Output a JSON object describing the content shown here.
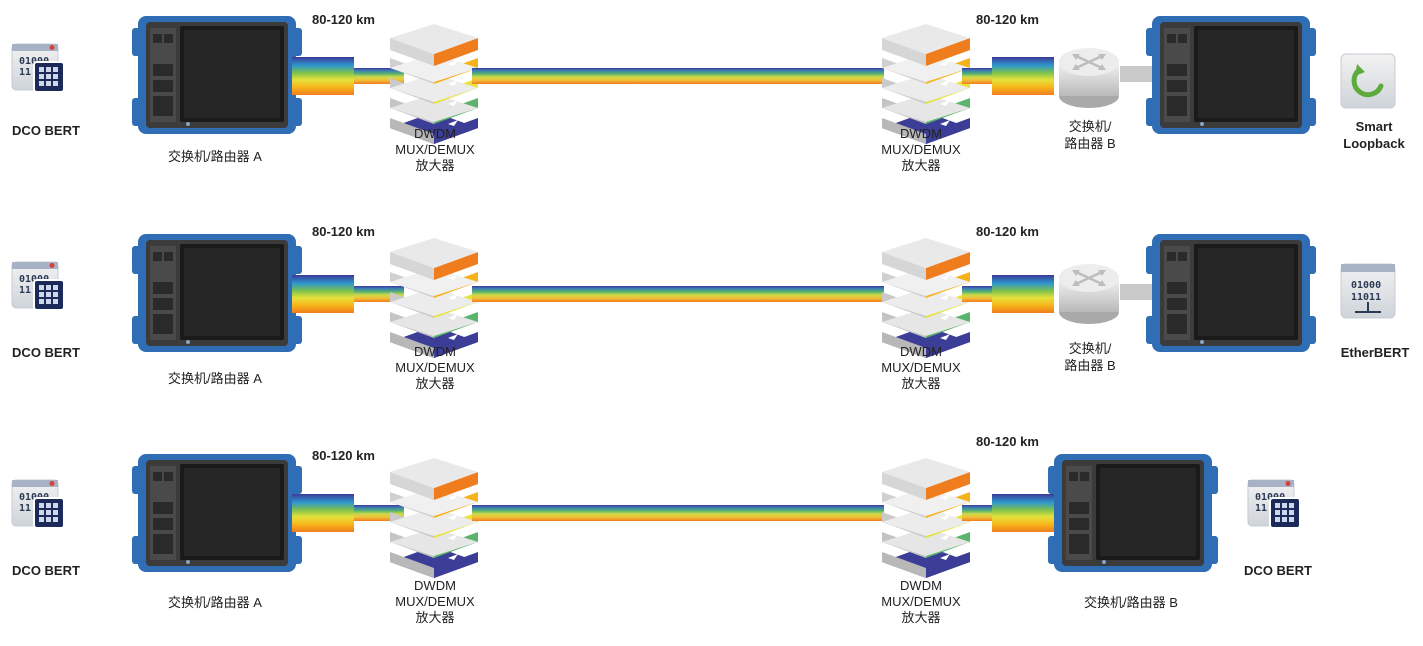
{
  "rows": [
    {
      "left_app": "DCO BERT",
      "left_device": "交换机/路由器 A",
      "left_distance": "80-120 km",
      "mux_left": [
        "DWDM",
        "MUX/DEMUX",
        "放大器"
      ],
      "mux_right": [
        "DWDM",
        "MUX/DEMUX",
        "放大器"
      ],
      "right_distance": "80-120 km",
      "right_device": [
        "交换机/",
        "路由器 B"
      ],
      "right_app": [
        "Smart",
        "Loopback"
      ]
    },
    {
      "left_app": "DCO BERT",
      "left_device": "交换机/路由器 A",
      "left_distance": "80-120 km",
      "mux_left": [
        "DWDM",
        "MUX/DEMUX",
        "放大器"
      ],
      "mux_right": [
        "DWDM",
        "MUX/DEMUX",
        "放大器"
      ],
      "right_distance": "80-120 km",
      "right_device": [
        "交换机/",
        "路由器 B"
      ],
      "right_app": [
        "EtherBERT"
      ]
    },
    {
      "left_app": "DCO BERT",
      "left_device": "交换机/路由器 A",
      "left_distance": "80-120 km",
      "mux_left": [
        "DWDM",
        "MUX/DEMUX",
        "放大器"
      ],
      "mux_right": [
        "DWDM",
        "MUX/DEMUX",
        "放大器"
      ],
      "right_distance": "80-120 km",
      "right_device": "交换机/路由器 B",
      "right_app": "DCO BERT"
    }
  ],
  "colors": {
    "device_blue": "#2f6db5",
    "device_dark": "#2b2b2b",
    "fiber_spectrum": [
      "#f0841e",
      "#f5b21a",
      "#e8e23a",
      "#7cc44a",
      "#2e9ad0",
      "#3a3c98"
    ],
    "mux_top": "#d9d9d9",
    "router_grey": "#cfcfcf"
  },
  "icons": [
    "dco-bert-icon",
    "smart-loopback-icon",
    "etherbert-icon",
    "test-set-icon",
    "dwdm-mux-icon",
    "router-icon"
  ]
}
